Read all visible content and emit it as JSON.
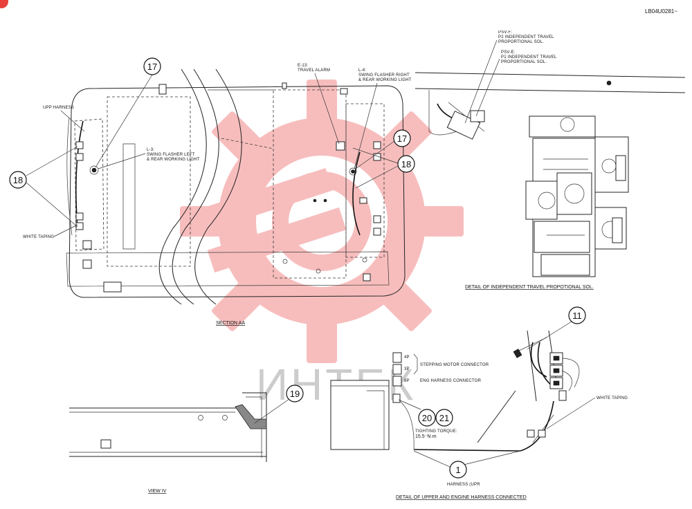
{
  "header": {
    "doc_code": "LB04U0281~"
  },
  "watermark": {
    "text": "ИНТЕК",
    "gear_color": "#f05a5a",
    "text_color": "#c8c8c8"
  },
  "section_aa": {
    "title": "SECTION AA",
    "upp_harness": "UPP HARNESS",
    "white_taping": "WHITE TAPING",
    "l3_line1": "L-3:",
    "l3_line2": "SWING FLASHER LEFT",
    "l3_line3": "& REAR WORKING LIGHT",
    "e13_line1": "E-13:",
    "e13_line2": "TRAVEL ALARM",
    "l4_line1": "L-4:",
    "l4_line2": "SWING FLASHER RIGHT",
    "l4_line3": "& REAR WORKING LIGHT"
  },
  "detail_travel": {
    "title": "DETAIL OF INDEPENDENT TRAVEL PROPOTIONAL SOL.",
    "psvf_line1": "PSV-F:",
    "psvf_line2": "P2 INDEPENDENT TRAVEL",
    "psvf_line3": "PROPORTIONAL SOL.",
    "psve_line1": "PSV-E:",
    "psve_line2": "P1 INDEPENDENT TRAVEL",
    "psve_line3": "PROPORTIONAL SOL."
  },
  "view_iv": {
    "title": "VIEW IV"
  },
  "detail_harness": {
    "title": "DETAIL OF UPPER AND ENGINE HARNESS CONNECTED",
    "conn_4p": "4P",
    "conn_3p": "3P",
    "conn_8p": "8P",
    "stepping_motor": "STEPPING MOTOR CONNECTOR",
    "eng_harness": "ENG HARNESS CONNECTOR",
    "torque_line1": "TIGHTING TORQUE:",
    "torque_line2": "15.5⁻N·m",
    "white_taping": "WHITE TAPING",
    "harness_upr": "HARNESS (UPR"
  },
  "callouts": {
    "c1": "1",
    "c11": "11",
    "c17": "17",
    "c18": "18",
    "c19": "19",
    "c20": "20",
    "c21": "21"
  }
}
